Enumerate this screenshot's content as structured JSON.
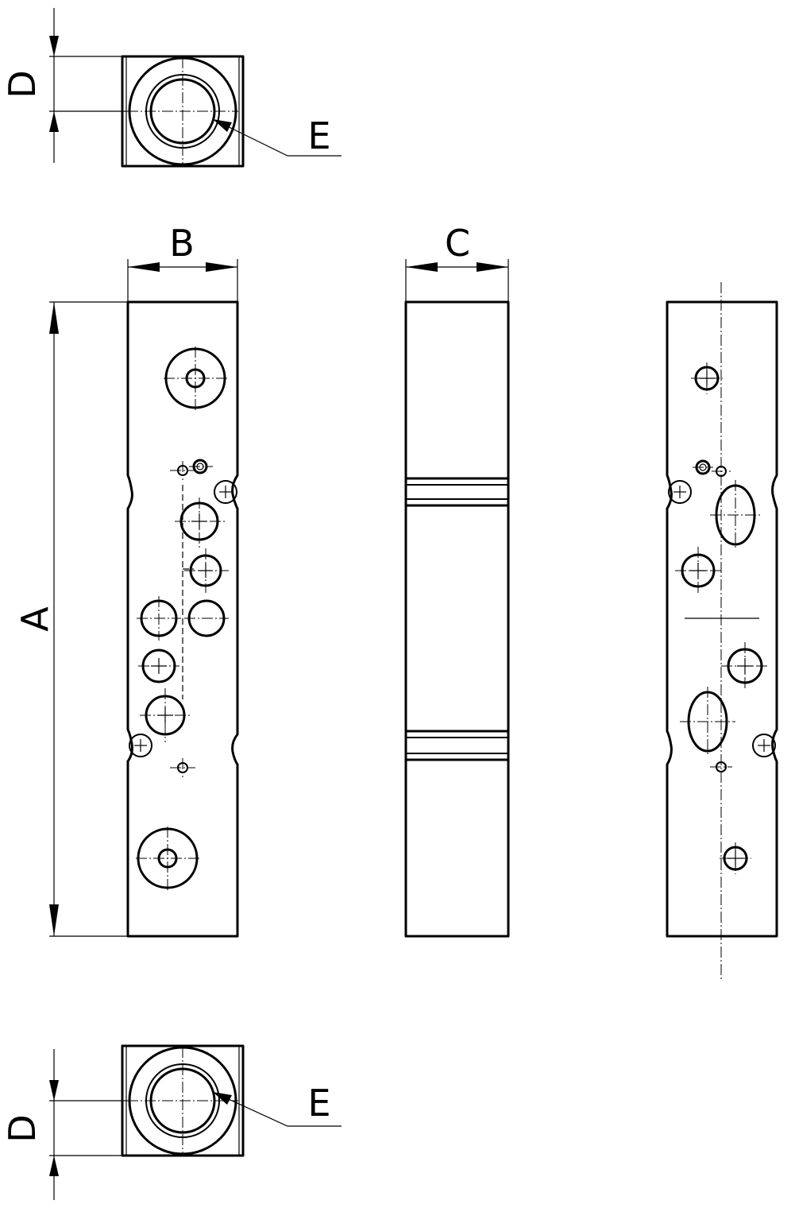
{
  "labels": {
    "A": "A",
    "B": "B",
    "C": "C",
    "D": "D",
    "E": "E"
  },
  "colors": {
    "line": "#000000",
    "background": "#ffffff"
  }
}
